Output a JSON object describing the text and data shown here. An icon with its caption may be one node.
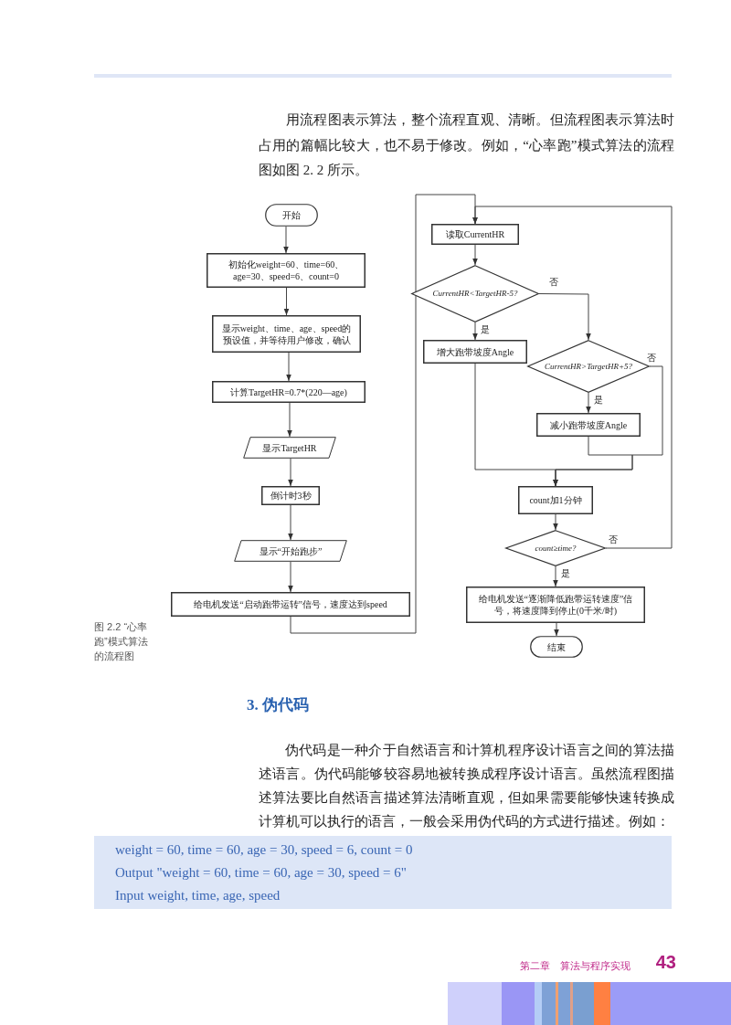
{
  "diagram": {
    "caption": "图 2.2 “心率跑”模式算法的流程图",
    "nodes": [
      {
        "text": [
          "开始"
        ]
      },
      {
        "text": [
          "初始化weight=60、time=60、age=30、speed=6、count=0"
        ]
      },
      {
        "text": [
          "显示weight、time、age、speed的预设值，并等待用户修改，确认"
        ]
      },
      {
        "text": [
          "计算TargetHR=0.7*(220—age)"
        ]
      },
      {
        "text": [
          "显示TargetHR"
        ]
      },
      {
        "text": [
          "倒计时3秒"
        ]
      },
      {
        "text": [
          "显示“开始跑步”"
        ]
      },
      {
        "text": [
          "给电机发送“启动跑带运转”信号，速度达到speed"
        ]
      },
      {
        "text": [
          "读取CurrentHR"
        ]
      },
      {
        "text": [
          "CurrentHR<TargetHR-5?"
        ]
      },
      {
        "text": [
          "增大跑带坡度Angle"
        ]
      },
      {
        "text": [
          "CurrentHR>TargetHR+5?"
        ]
      },
      {
        "text": [
          "减小跑带坡度Angle"
        ]
      },
      {
        "text": [
          "count加1分钟"
        ]
      },
      {
        "text": [
          "count≥time?"
        ]
      },
      {
        "text": [
          "给电机发送“逐渐降低跑带运转速度”信号，将速度降到停止(0千米/时)"
        ]
      },
      {
        "text": [
          "结束"
        ]
      }
    ],
    "edges": [
      {
        "from": 0,
        "to": 1,
        "arrow": "to"
      },
      {
        "from": 1,
        "to": 2,
        "arrow": "to"
      },
      {
        "from": 2,
        "to": 3,
        "arrow": "to"
      },
      {
        "from": 3,
        "to": 4,
        "arrow": "to"
      },
      {
        "from": 4,
        "to": 5,
        "arrow": "to"
      },
      {
        "from": 5,
        "to": 6,
        "arrow": "to"
      },
      {
        "from": 6,
        "to": 7,
        "arrow": "to"
      },
      {
        "from": 7,
        "to": 8,
        "arrow": "to"
      },
      {
        "from": 8,
        "to": 9,
        "arrow": "to"
      },
      {
        "from": 9,
        "to": 10,
        "arrow": "to",
        "label": "是"
      },
      {
        "from": 9,
        "to": 11,
        "arrow": "to",
        "label": "否"
      },
      {
        "from": 11,
        "to": 12,
        "arrow": "to",
        "label": "是"
      },
      {
        "from": 11,
        "to": 13,
        "arrow": "to",
        "label": "否"
      },
      {
        "from": 10,
        "to": 13,
        "arrow": "to"
      },
      {
        "from": 12,
        "to": 13,
        "arrow": "to"
      },
      {
        "from": 13,
        "to": 14,
        "arrow": "to"
      },
      {
        "from": 14,
        "to": 15,
        "arrow": "to",
        "label": "是"
      },
      {
        "from": 14,
        "to": 8,
        "arrow": "to",
        "label": "否"
      },
      {
        "from": 15,
        "to": 16,
        "arrow": "to"
      }
    ],
    "labels": [
      "用流程图表示算法，整个流程直观、清晰。但流程图表示算法时占用的篇幅比较大，也不易于修改。例如，“心率跑”模式算法的流程图如图 2. 2 所示。",
      "3. 伪代码",
      "伪代码是一种介于自然语言和计算机程序设计语言之间的算法描述语言。伪代码能够较容易地被转换成程序设计语言。虽然流程图描述算法要比自然语言描述算法清晰直观，但如果需要能够快速转换成计算机可以执行的语言，一般会采用伪代码的方式进行描述。例如：",
      "weight = 60, time = 60, age = 30, speed = 6, count = 0",
      "Output \"weight = 60, time = 60, age = 30, speed = 6\"",
      "Input weight, time, age, speed",
      "第二章　算法与程序实现",
      "43"
    ]
  }
}
